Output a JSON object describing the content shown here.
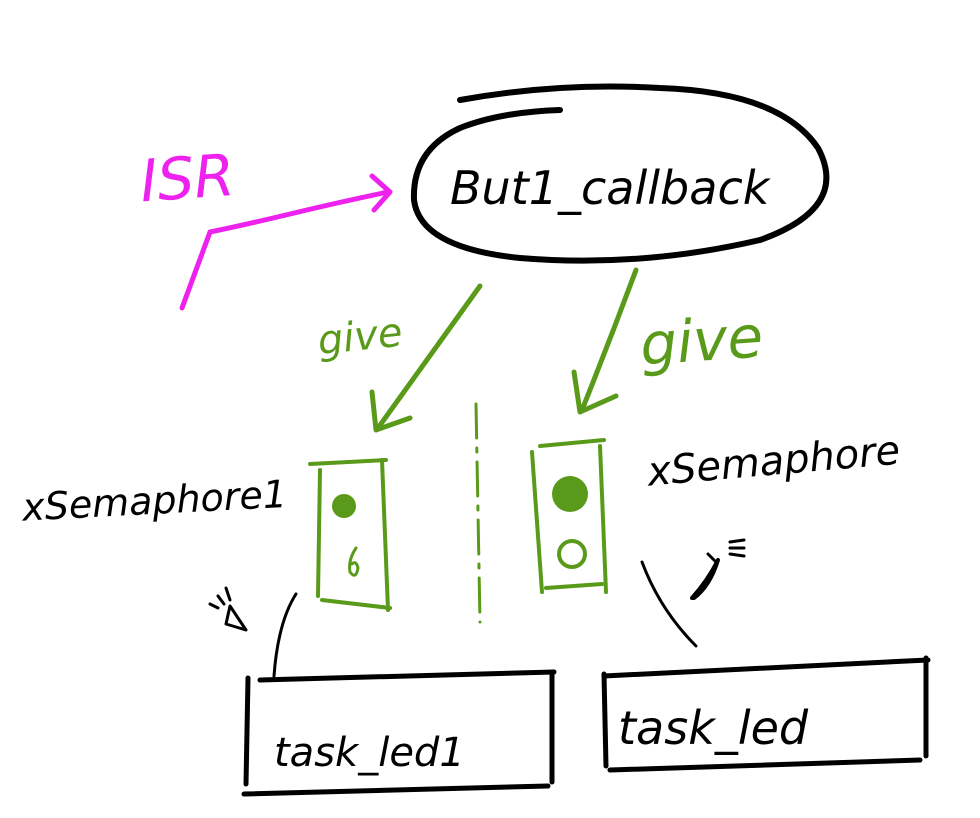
{
  "isr_label": "ISR",
  "callback_label": "But1_callback",
  "give_left": "give",
  "give_right": "give",
  "semaphore_left_label": "xSemaphore1",
  "semaphore_right_label": "xSemaphore",
  "task_left_label": "task_led1",
  "task_right_label": "task_led",
  "colors": {
    "ink": "#000000",
    "give": "#5a9a1a",
    "isr": "#ee22ee"
  }
}
